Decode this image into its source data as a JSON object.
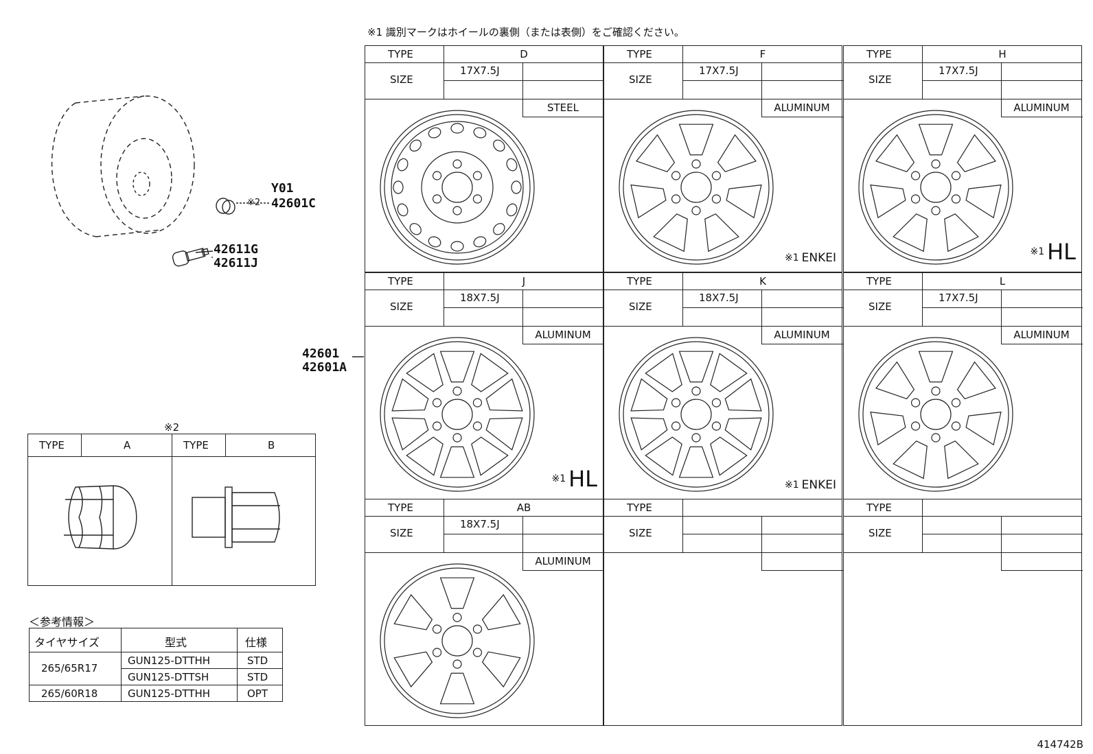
{
  "header_note": "※1 識別マークはホイールの裏側（または表側）をご確認ください。",
  "labels": {
    "type": "TYPE",
    "size": "SIZE",
    "ref1": "※1",
    "ref2": "※2"
  },
  "parts": {
    "y01": "Y01",
    "p42601c": "42601C",
    "p42611g": "42611G",
    "p42611j": "42611J",
    "p42601": "42601",
    "p42601a": "42601A",
    "ref2": "※2"
  },
  "wheels": [
    {
      "type": "D",
      "size": "17X7.5J",
      "material": "STEEL",
      "mark": ""
    },
    {
      "type": "F",
      "size": "17X7.5J",
      "material": "ALUMINUM",
      "mark": "ENKEI"
    },
    {
      "type": "H",
      "size": "17X7.5J",
      "material": "ALUMINUM",
      "mark": "HL"
    },
    {
      "type": "J",
      "size": "18X7.5J",
      "material": "ALUMINUM",
      "mark": "HL"
    },
    {
      "type": "K",
      "size": "18X7.5J",
      "material": "ALUMINUM",
      "mark": "ENKEI"
    },
    {
      "type": "L",
      "size": "17X7.5J",
      "material": "ALUMINUM",
      "mark": ""
    },
    {
      "type": "AB",
      "size": "18X7.5J",
      "material": "ALUMINUM",
      "mark": ""
    },
    {
      "type": "",
      "size": "",
      "material": "",
      "mark": ""
    },
    {
      "type": "",
      "size": "",
      "material": "",
      "mark": ""
    }
  ],
  "nut_table": {
    "ref": "※2",
    "type_a": "A",
    "type_b": "B"
  },
  "reference": {
    "title": "＜参考情報＞",
    "headers": [
      "タイヤサイズ",
      "型式",
      "仕様"
    ],
    "rows": [
      {
        "tire": "265/65R17",
        "model": "GUN125-DTTHH",
        "spec": "STD"
      },
      {
        "tire": "",
        "model": "GUN125-DTTSH",
        "spec": "STD"
      },
      {
        "tire": "265/60R18",
        "model": "GUN125-DTTHH",
        "spec": "OPT"
      }
    ]
  },
  "footer_code": "414742B"
}
